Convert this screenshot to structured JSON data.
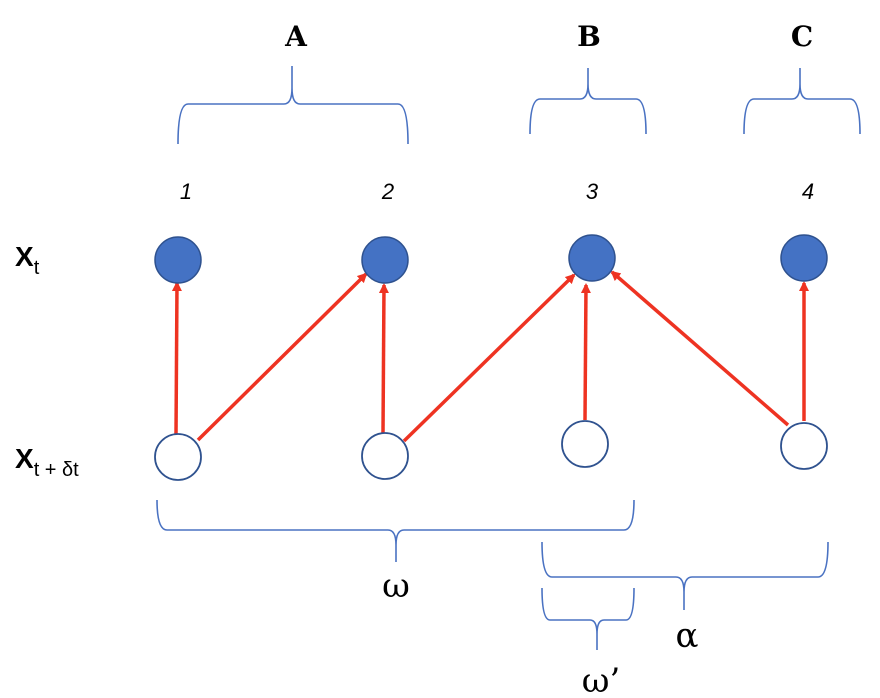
{
  "groups": [
    {
      "label": "A"
    },
    {
      "label": "B"
    },
    {
      "label": "C"
    }
  ],
  "nodes": [
    {
      "index": "1"
    },
    {
      "index": "2"
    },
    {
      "index": "3"
    },
    {
      "index": "4"
    }
  ],
  "rows": {
    "top": {
      "main": "X",
      "sub": "t"
    },
    "bottom": {
      "main": "X",
      "sub": "t + δt"
    }
  },
  "braces": {
    "omega": "ω",
    "omega_prime": "ω’",
    "alpha": "α"
  },
  "edges": [
    {
      "from": "bottom-1",
      "to": "top-1"
    },
    {
      "from": "bottom-1",
      "to": "top-2"
    },
    {
      "from": "bottom-2",
      "to": "top-2"
    },
    {
      "from": "bottom-2",
      "to": "top-3"
    },
    {
      "from": "bottom-3",
      "to": "top-3"
    },
    {
      "from": "bottom-4",
      "to": "top-3"
    },
    {
      "from": "bottom-4",
      "to": "top-4"
    }
  ],
  "colors": {
    "filled_node": "#4472c4",
    "node_outline": "#2f528f",
    "edge": "#ee3322",
    "brace": "#4a72c2"
  }
}
